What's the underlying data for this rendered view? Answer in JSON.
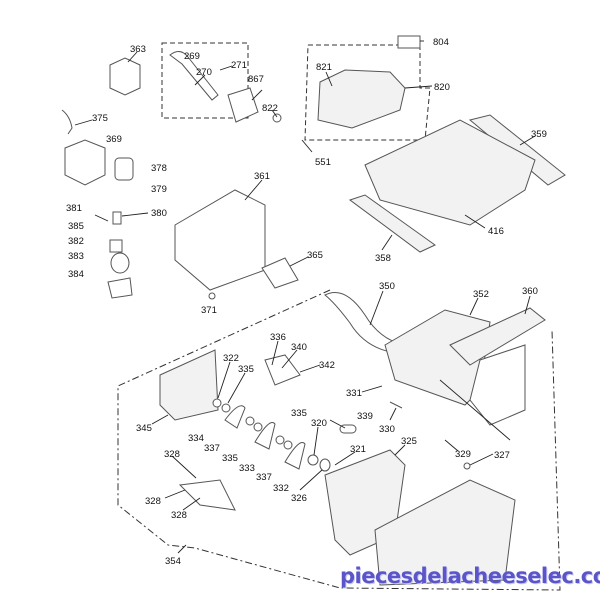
{
  "labels": [
    "363",
    "269",
    "270",
    "271",
    "867",
    "822",
    "821",
    "804",
    "820",
    "375",
    "369",
    "378",
    "379",
    "551",
    "359",
    "361",
    "381",
    "380",
    "385",
    "382",
    "383",
    "384",
    "416",
    "358",
    "365",
    "371",
    "350",
    "352",
    "360",
    "336",
    "340",
    "322",
    "342",
    "335",
    "331",
    "345",
    "334",
    "337",
    "335",
    "335",
    "333",
    "339",
    "330",
    "320",
    "321",
    "325",
    "337",
    "332",
    "326",
    "329",
    "327",
    "328",
    "328",
    "328",
    "354"
  ],
  "watermark": "piecesdelacheeselec.com"
}
